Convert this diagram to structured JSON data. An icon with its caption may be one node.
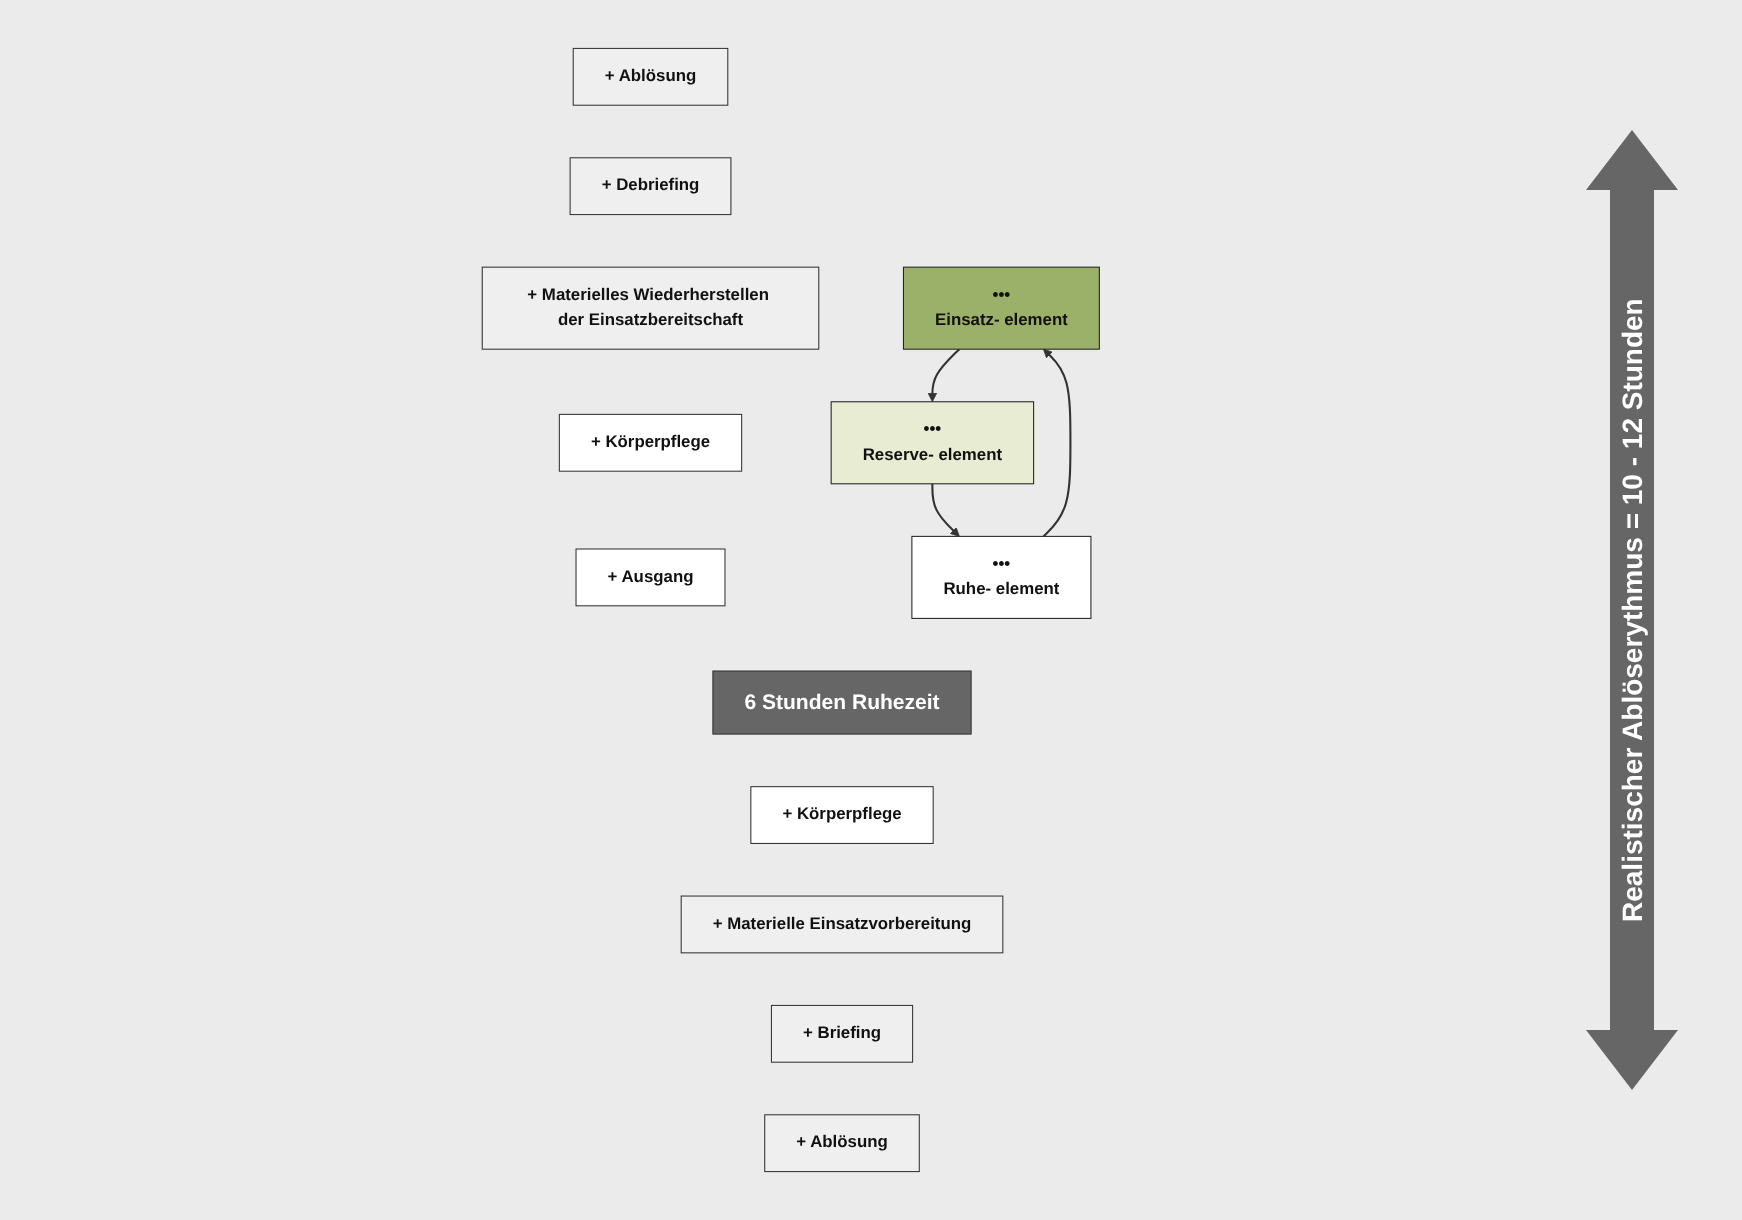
{
  "diagram": {
    "nodes": [
      {
        "text": [
          "•••",
          "Einsatz- element"
        ]
      },
      {
        "text": [
          "•••",
          "Reserve- element"
        ]
      },
      {
        "text": [
          "•••",
          "Ruhe- element"
        ]
      },
      {
        "text": [
          "+ Ablösung"
        ]
      },
      {
        "text": [
          "+ Debriefing"
        ]
      },
      {
        "text": [
          "+ Materielles Wiederherstellen der Einsatzbereitschaft"
        ]
      },
      {
        "text": [
          "+ Körperpflege"
        ]
      },
      {
        "text": [
          "+ Ausgang"
        ]
      },
      {
        "text": [
          "6 Stunden Ruhezeit"
        ]
      },
      {
        "text": [
          "+ Körperpflege"
        ]
      },
      {
        "text": [
          "+ Materielle Einsatzvorbereitung"
        ]
      },
      {
        "text": [
          "+ Briefing"
        ]
      },
      {
        "text": [
          "+ Ablösung"
        ]
      }
    ],
    "edges": [
      {
        "from": 2,
        "to": 0,
        "arrow": "to"
      },
      {
        "from": 0,
        "to": 1,
        "arrow": "to"
      },
      {
        "from": 1,
        "to": 2,
        "arrow": "to"
      }
    ],
    "labels": [
      "Realistischer Ablöserythmus = 10 - 12 Stunden"
    ]
  }
}
